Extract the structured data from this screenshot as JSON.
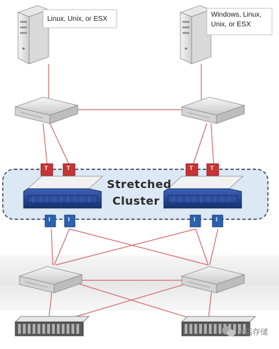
{
  "hosts": [
    {
      "label": "Linux, Unix, or ESX"
    },
    {
      "label": "Windows, Linux,\nUnix, or ESX"
    }
  ],
  "cluster": {
    "line1": "Stretched",
    "line2": "Cluster",
    "target_port_letter": "T",
    "initiator_port_letter": "I"
  },
  "watermark": "大话存储",
  "colors": {
    "link": "#d46a6a",
    "cluster_fill": "#dde8f5",
    "cluster_border": "#2a3a55",
    "target_port": "#c83434",
    "initiator_port": "#2a62b0",
    "storage_blue": "#1f3f8f",
    "lower_band": "#eeeeee"
  },
  "icons": [
    "server-tower-icon",
    "network-switch-icon",
    "storage-controller-icon",
    "disk-shelf-icon",
    "wechat-icon"
  ]
}
